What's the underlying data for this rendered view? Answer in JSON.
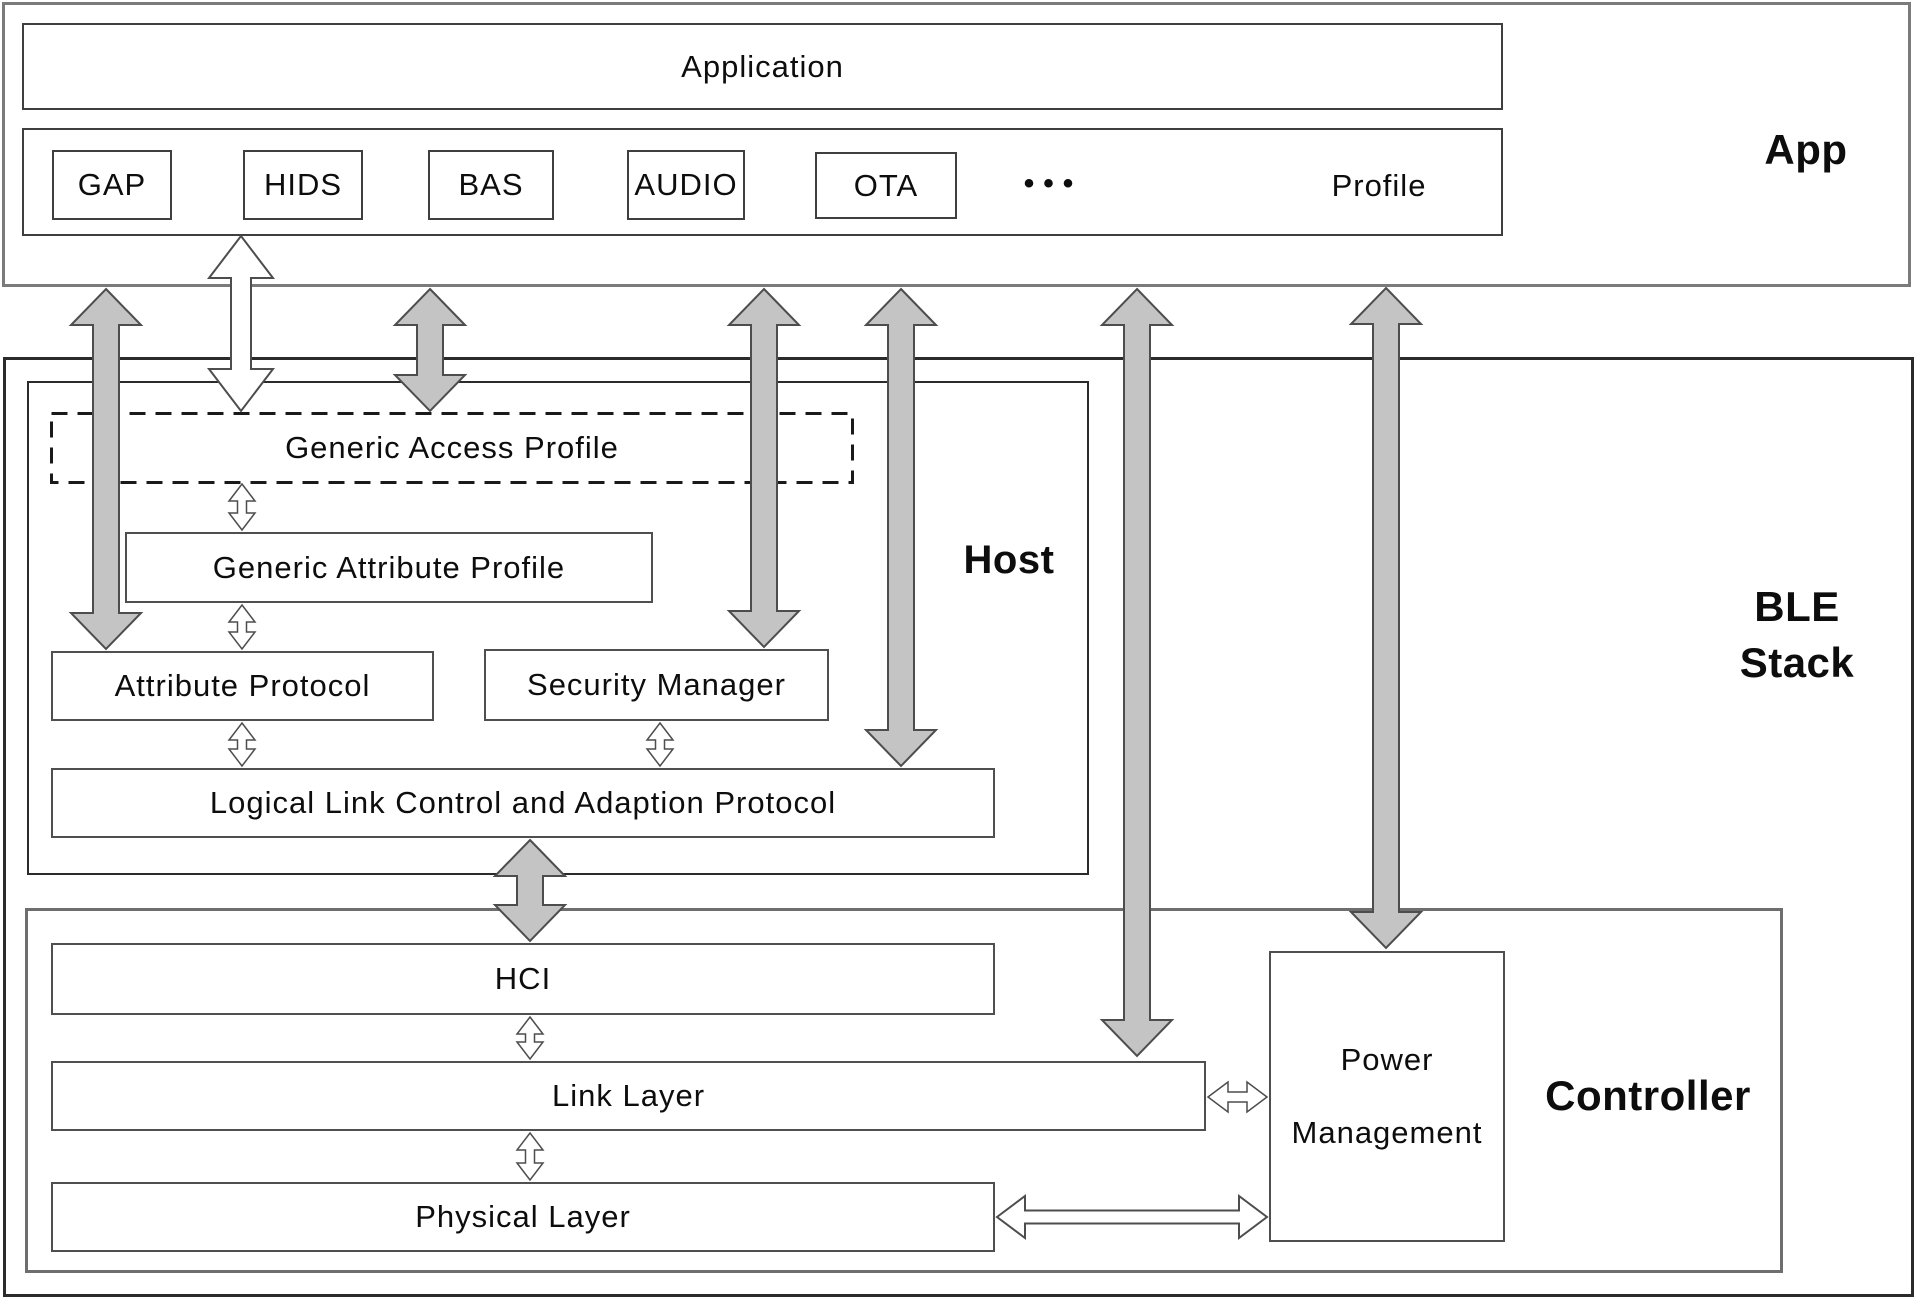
{
  "app": {
    "section_label": "App",
    "application_label": "Application",
    "profile_label": "Profile",
    "profile_more": "•••",
    "profiles": [
      {
        "label": "GAP"
      },
      {
        "label": "HIDS"
      },
      {
        "label": "BAS"
      },
      {
        "label": "AUDIO"
      },
      {
        "label": "OTA"
      }
    ]
  },
  "ble_stack": {
    "section_label_line1": "BLE",
    "section_label_line2": "Stack",
    "host": {
      "section_label": "Host",
      "generic_access_profile": "Generic Access Profile",
      "generic_attribute_profile": "Generic Attribute Profile",
      "attribute_protocol": "Attribute Protocol",
      "security_manager": "Security Manager",
      "l2cap": "Logical Link Control and Adaption Protocol"
    },
    "controller": {
      "section_label": "Controller",
      "hci": "HCI",
      "link_layer": "Link Layer",
      "physical_layer": "Physical Layer",
      "power_line1": "Power",
      "power_line2": "Management"
    }
  },
  "colors": {
    "background": "#ffffff",
    "arrow_gray_fill": "#c4c4c4",
    "arrow_white_fill": "#ffffff",
    "arrow_outline": "#4d4d4d",
    "dashed_border": "#1a1a1a",
    "box_border": "#4f4f4f"
  }
}
